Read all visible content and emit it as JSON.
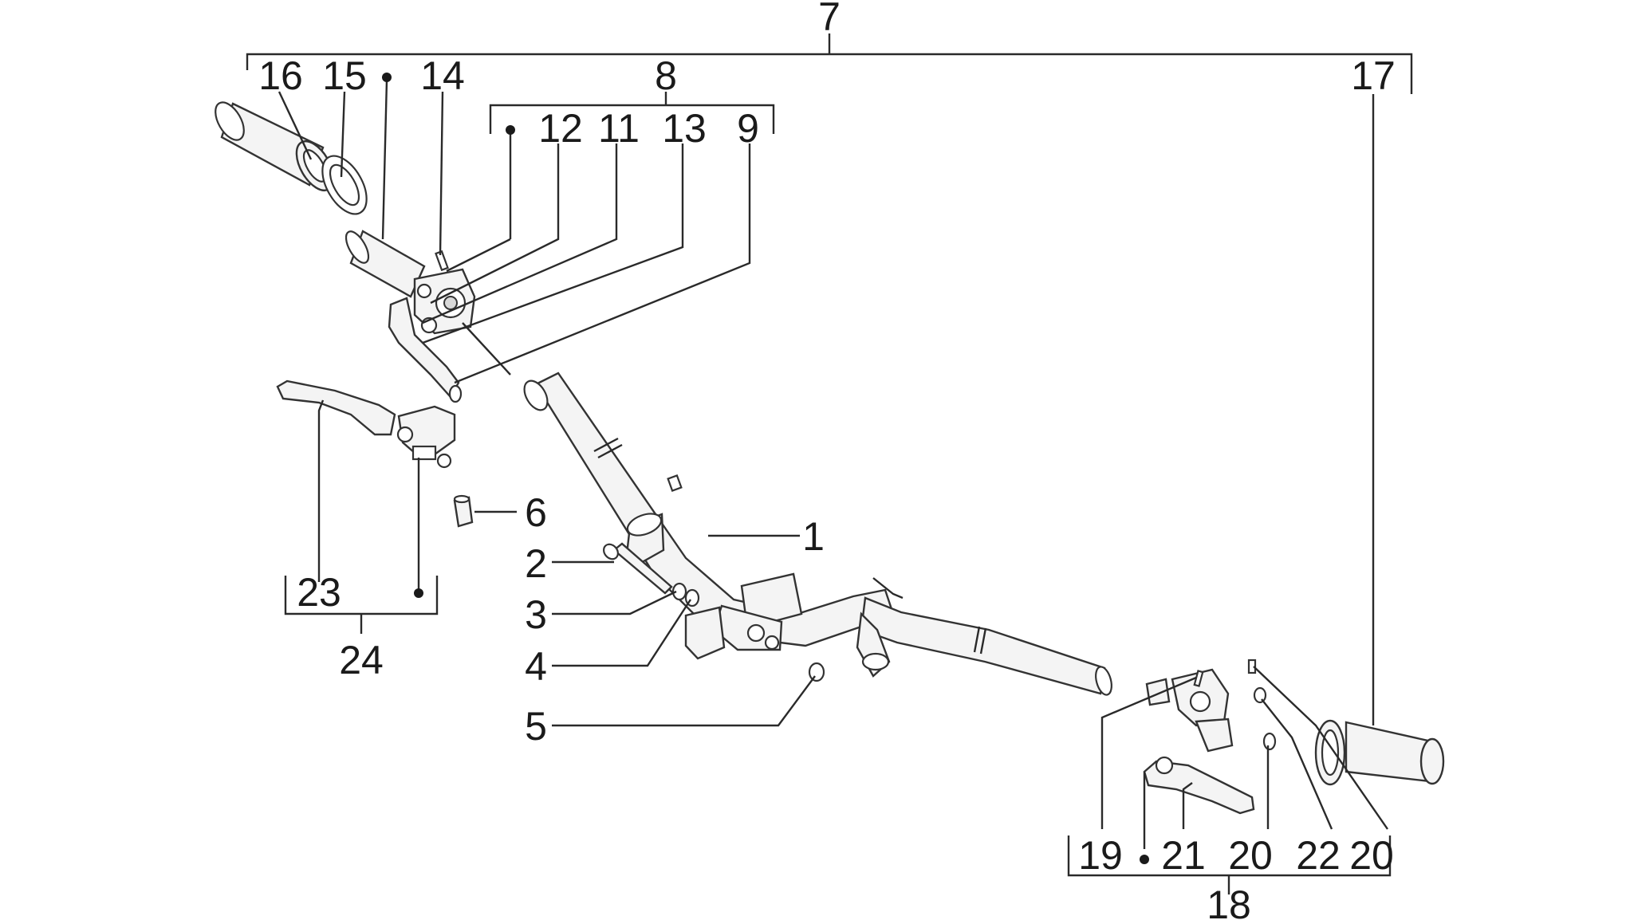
{
  "labels": {
    "l1": "1",
    "l2": "2",
    "l3": "3",
    "l4": "4",
    "l5": "5",
    "l6": "6",
    "l7": "7",
    "l8": "8",
    "l9": "9",
    "l11": "11",
    "l12": "12",
    "l13": "13",
    "l14": "14",
    "l15": "15",
    "l16": "16",
    "l17": "17",
    "l18": "18",
    "l19": "19",
    "l20a": "20",
    "l20b": "20",
    "l21": "21",
    "l22": "22",
    "l23": "23",
    "l24": "24"
  }
}
